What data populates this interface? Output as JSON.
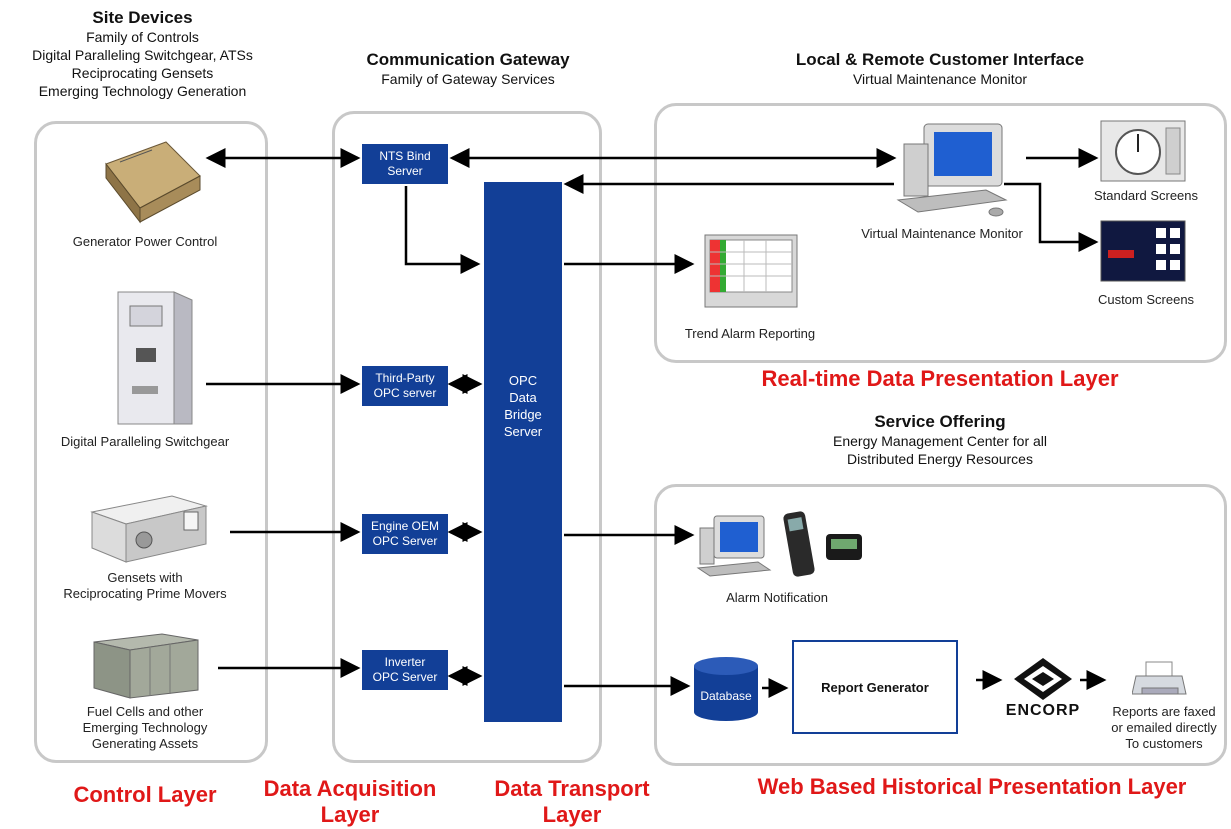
{
  "site_devices": {
    "title": "Site Devices",
    "lines": [
      "Family of Controls",
      "Digital Paralleling Switchgear, ATSs",
      "Reciprocating Gensets",
      "Emerging Technology Generation"
    ]
  },
  "gateway": {
    "title": "Communication Gateway",
    "subtitle": "Family of Gateway Services",
    "servers": {
      "nts": [
        "NTS Bind",
        "Server"
      ],
      "third_party": [
        "Third-Party",
        "OPC server"
      ],
      "engine_oem": [
        "Engine OEM",
        "OPC Server"
      ],
      "inverter": [
        "Inverter",
        "OPC Server"
      ]
    },
    "bridge": [
      "OPC",
      "Data",
      "Bridge",
      "Server"
    ]
  },
  "customer_interface": {
    "title": "Local & Remote Customer Interface",
    "subtitle": "Virtual Maintenance Monitor"
  },
  "devices": {
    "generator_power_control": "Generator Power Control",
    "switchgear": "Digital Paralleling Switchgear",
    "gensets": [
      "Gensets with",
      "Reciprocating Prime Movers"
    ],
    "fuel_cells": [
      "Fuel Cells and other",
      "Emerging Technology",
      "Generating Assets"
    ]
  },
  "realtime": {
    "vmm": "Virtual Maintenance Monitor",
    "standard_screens": "Standard Screens",
    "custom_screens": "Custom Screens",
    "trend_alarm": "Trend Alarm Reporting"
  },
  "service": {
    "title": "Service Offering",
    "lines": [
      "Energy Management Center for all",
      "Distributed Energy Resources"
    ],
    "alarm_notification": "Alarm Notification",
    "database": "Database",
    "report_generator": "Report Generator",
    "logo_text": "ENCORP",
    "reports": [
      "Reports are faxed",
      "or emailed directly",
      "To customers"
    ]
  },
  "layers": {
    "control": "Control Layer",
    "data_acquisition": [
      "Data Acquisition",
      "Layer"
    ],
    "data_transport": [
      "Data Transport",
      "Layer"
    ],
    "realtime": "Real-time Data Presentation Layer",
    "web": "Web Based Historical Presentation Layer"
  },
  "colors": {
    "server_blue": "#123f97",
    "layer_red": "#e01818",
    "panel_border": "#c8c8c8"
  }
}
